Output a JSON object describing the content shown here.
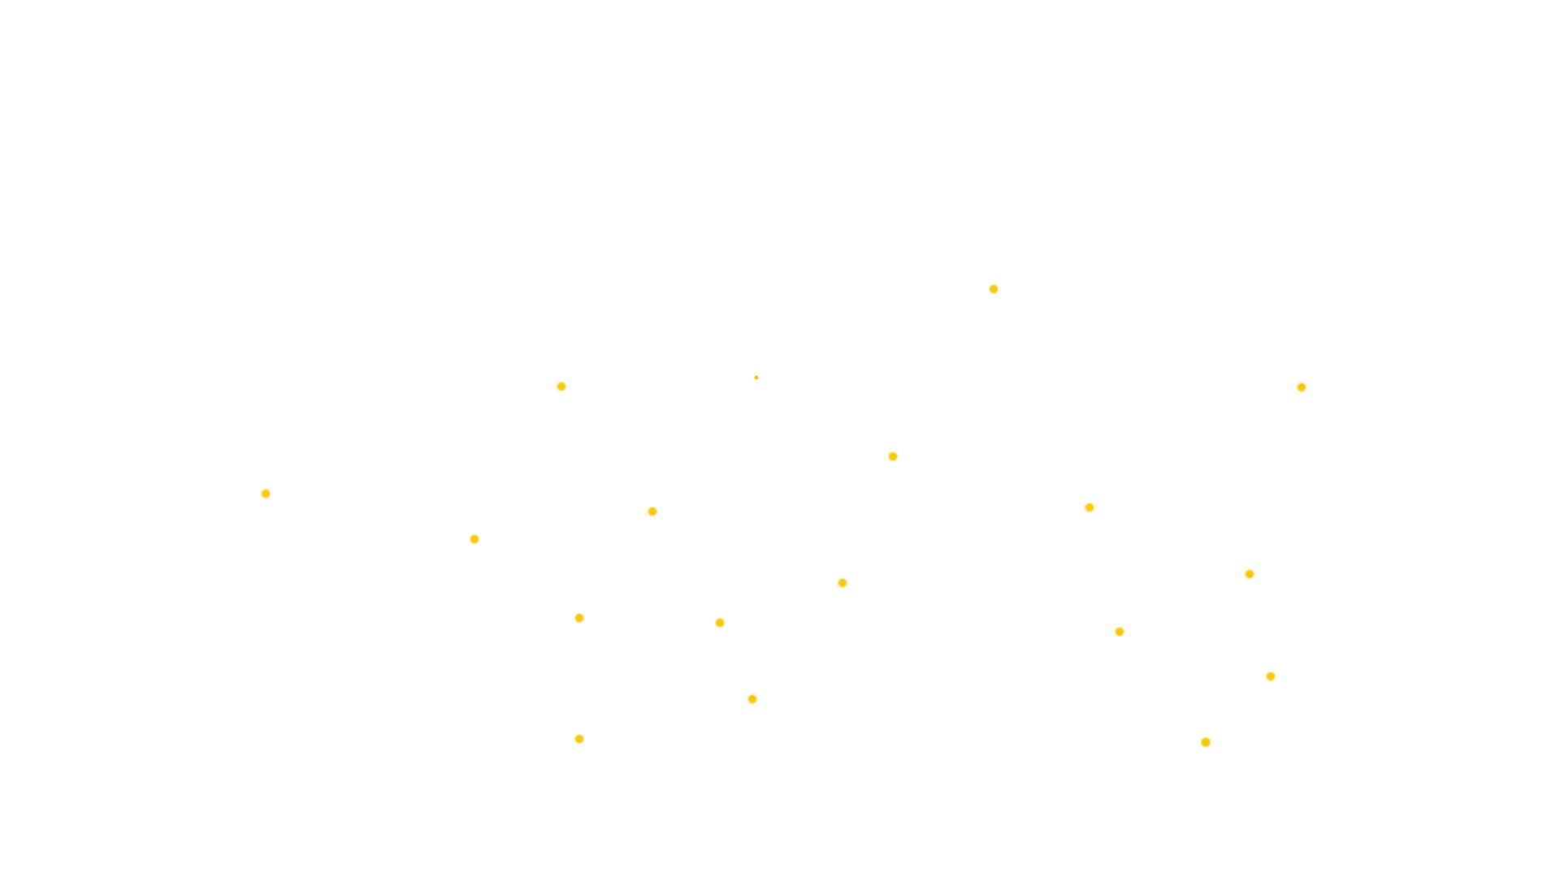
{
  "scene": {
    "background_color": "#ffffff",
    "dot_color": "#f5c400",
    "dot_glow_color": "#ffe680",
    "dots": [
      {
        "id": "dot-1",
        "size": "large"
      },
      {
        "id": "dot-2",
        "size": "large"
      },
      {
        "id": "dot-3",
        "size": "small"
      },
      {
        "id": "dot-4",
        "size": "large"
      },
      {
        "id": "dot-5",
        "size": "large"
      },
      {
        "id": "dot-6",
        "size": "large"
      },
      {
        "id": "dot-7",
        "size": "large"
      },
      {
        "id": "dot-8",
        "size": "large"
      },
      {
        "id": "dot-9",
        "size": "large"
      },
      {
        "id": "dot-10",
        "size": "large"
      },
      {
        "id": "dot-11",
        "size": "large"
      },
      {
        "id": "dot-12",
        "size": "large"
      },
      {
        "id": "dot-13",
        "size": "large"
      },
      {
        "id": "dot-14",
        "size": "large"
      },
      {
        "id": "dot-15",
        "size": "large"
      },
      {
        "id": "dot-16",
        "size": "large"
      },
      {
        "id": "dot-17",
        "size": "large"
      },
      {
        "id": "dot-18",
        "size": "large"
      },
      {
        "id": "dot-19",
        "size": "large"
      }
    ]
  }
}
